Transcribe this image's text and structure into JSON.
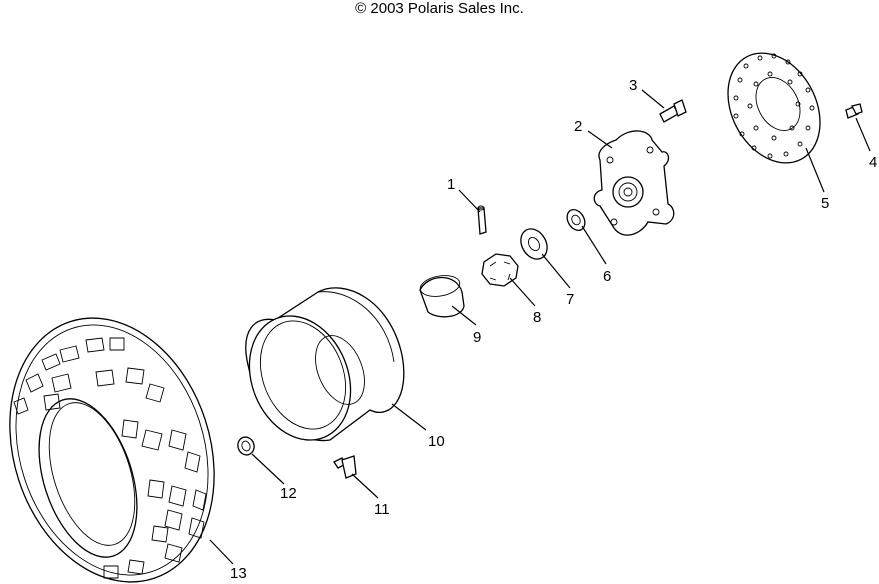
{
  "copyright": "© 2003 Polaris Sales Inc.",
  "callouts": [
    "1",
    "2",
    "3",
    "4",
    "5",
    "6",
    "7",
    "8",
    "9",
    "10",
    "11",
    "12",
    "13"
  ],
  "parts": {
    "p1": "cotter-pin",
    "p2": "wheel-hub",
    "p3": "hub-bolt",
    "p4": "rotor-bolt",
    "p5": "brake-disc-rotor",
    "p6": "thin-washer",
    "p7": "flat-washer",
    "p8": "castle-nut",
    "p9": "hub-cap",
    "p10": "wheel-rim",
    "p11": "valve-stem",
    "p12": "lug-nut",
    "p13": "tire"
  }
}
